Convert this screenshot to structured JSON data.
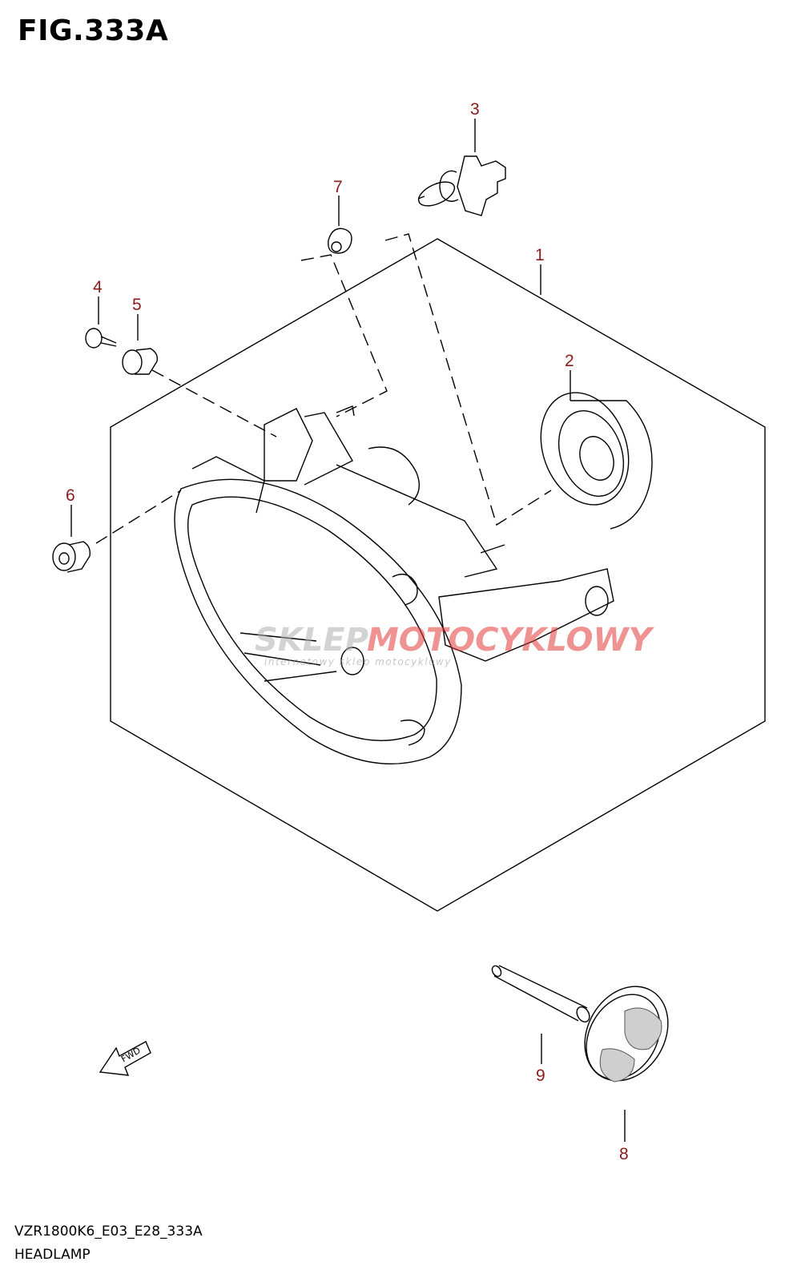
{
  "figure_title": "FIG.333A",
  "model_code": "VZR1800K6_E03_E28_333A",
  "part_name": "HEADLAMP",
  "fwd_label": "FWD",
  "watermark": {
    "main_left": "SKLEP",
    "main_right": "MOTOCYKLOWY",
    "tagline": "internetowy sklep motocyklowy"
  },
  "callouts": [
    "1",
    "2",
    "3",
    "4",
    "5",
    "6",
    "7",
    "8",
    "9"
  ],
  "colors": {
    "callout": "#8b1a1a",
    "line": "#000000",
    "watermark_red": "#e23a3a",
    "watermark_grey": "#b0b0b0"
  }
}
